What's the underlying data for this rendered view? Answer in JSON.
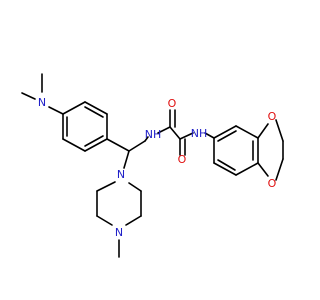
{
  "molecule": {
    "atom_labels": {
      "dimethylamino_n": "N",
      "amide_nh_left": "NH",
      "amide_nh_right": "NH",
      "carbonyl_o_top": "O",
      "carbonyl_o_bottom": "O",
      "piperazine_n_top": "N",
      "piperazine_n_bottom": "N",
      "dioxole_o_top": "O",
      "dioxole_o_bottom": "O"
    },
    "colors": {
      "carbon_bond": "#000000",
      "nitrogen": "#2020c8",
      "oxygen": "#e01010"
    }
  }
}
